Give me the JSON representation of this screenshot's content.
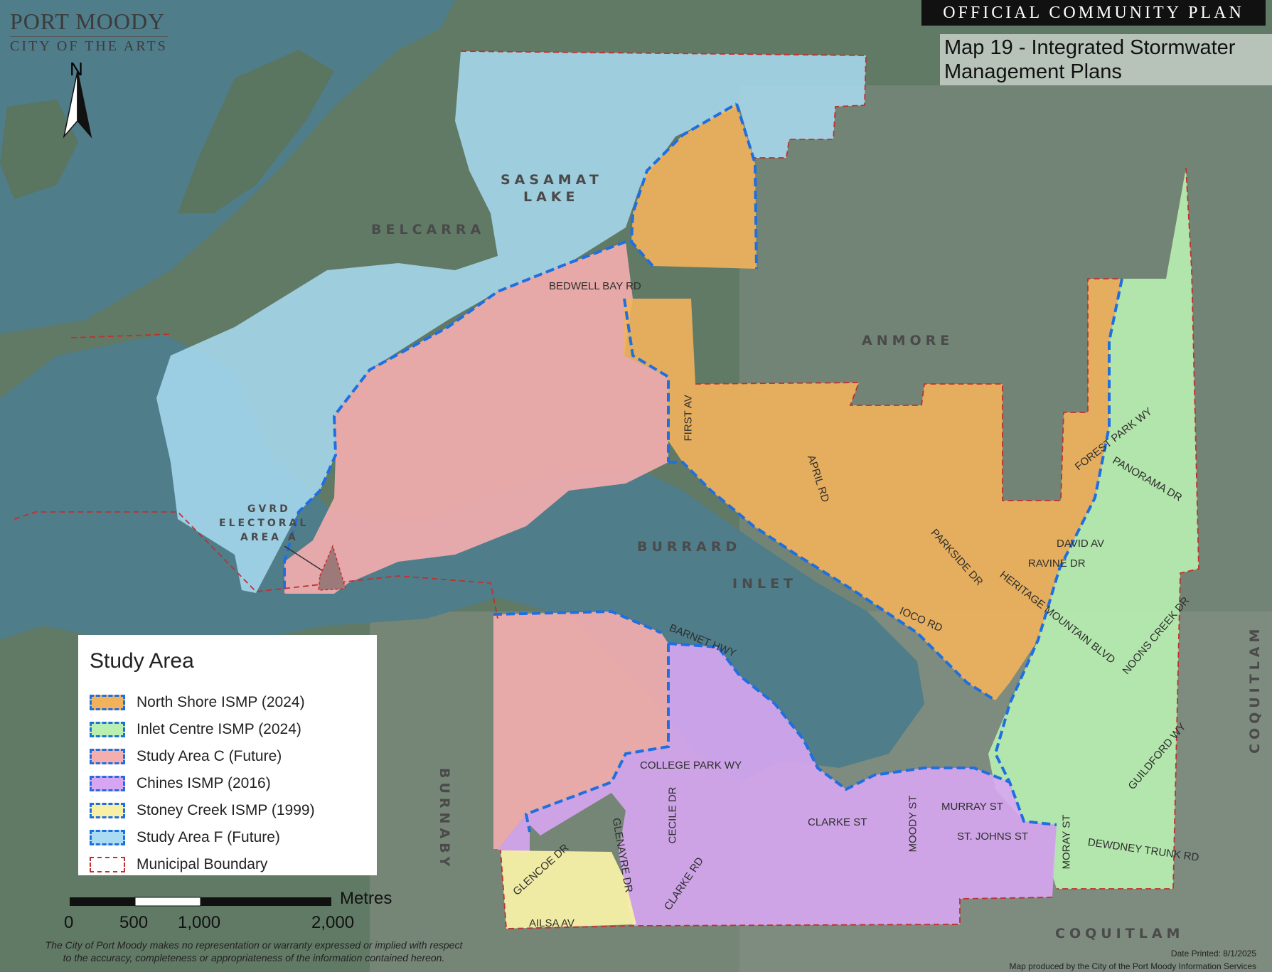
{
  "logo": {
    "line1": "PORT MOODY",
    "line2": "CITY OF THE ARTS"
  },
  "banner": "OFFICIAL COMMUNITY PLAN",
  "title_line1": "Map 19 - Integrated Stormwater",
  "title_line2": "Management Plans",
  "north_label": "N",
  "colors": {
    "water": "#4f7d8a",
    "land": "#5f7862",
    "north_shore": "#f2b25c",
    "inlet_centre": "#b9f0b1",
    "study_area_c": "#f5aeae",
    "chines": "#d7a6f2",
    "stoney_creek": "#f7f0a6",
    "study_area_f": "#a9dcf2",
    "boundary": "#c0302f",
    "isMP_outline": "#1f6fe0"
  },
  "places": {
    "sasamat_1": "SASAMAT",
    "sasamat_2": "LAKE",
    "belcarra": "BELCARRA",
    "anmore": "ANMORE",
    "gvrd_1": "GVRD",
    "gvrd_2": "ELECTORAL",
    "gvrd_3": "AREA A",
    "burrard": "BURRARD",
    "inlet": "INLET",
    "burnaby": "BURNABY",
    "coquitlam_bottom": "COQUITLAM",
    "coquitlam_side": "COQUITLAM"
  },
  "roads": {
    "bedwell_bay": "BEDWELL BAY RD",
    "first_av": "FIRST AV",
    "april_rd": "APRIL RD",
    "forest_park": "FOREST PARK WY",
    "panorama": "PANORAMA DR",
    "parkside": "PARKSIDE DR",
    "david_av": "DAVID AV",
    "ravine_dr": "RAVINE DR",
    "heritage_mountain": "HERITAGE MOUNTAIN BLVD",
    "ioco_rd": "IOCO RD",
    "noons_creek": "NOONS CREEK DR",
    "barnet": "BARNET HWY",
    "college_park": "COLLEGE PARK WY",
    "glenayre": "GLENAYRE DR",
    "cecile": "CECILE DR",
    "clarke_rd": "CLARKE RD",
    "clarke_st": "CLARKE ST",
    "moody_st": "MOODY ST",
    "murray_st": "MURRAY ST",
    "st_johns": "ST. JOHNS ST",
    "moray_st": "MORAY ST",
    "dewdney": "DEWDNEY TRUNK RD",
    "guildford": "GUILDFORD WY",
    "glencoe": "GLENCOE DR",
    "ailsa": "AILSA AV"
  },
  "legend": {
    "title": "Study Area",
    "items": [
      {
        "label": "North Shore ISMP (2024)",
        "fill": "#f2b25c",
        "style": "ismp"
      },
      {
        "label": "Inlet Centre ISMP (2024)",
        "fill": "#b9f0b1",
        "style": "ismp"
      },
      {
        "label": "Study Area C (Future)",
        "fill": "#f5aeae",
        "style": "ismp"
      },
      {
        "label": "Chines ISMP (2016)",
        "fill": "#d7a6f2",
        "style": "ismp"
      },
      {
        "label": "Stoney Creek ISMP (1999)",
        "fill": "#f7f0a6",
        "style": "ismp"
      },
      {
        "label": "Study Area F (Future)",
        "fill": "#a9dcf2",
        "style": "ismp"
      },
      {
        "label": "Municipal Boundary",
        "fill": "#ffffff",
        "style": "boundary"
      }
    ]
  },
  "scale": {
    "unit": "Metres",
    "ticks": [
      "0",
      "500",
      "1,000",
      "2,000"
    ]
  },
  "disclaimer_line1": "The City of Port Moody makes no representation or warranty expressed or implied with respect",
  "disclaimer_line2": "to the accuracy, completeness or appropriateness of the information contained hereon.",
  "date_printed": "Date Printed: 8/1/2025",
  "produced_by": "Map produced by the City of the Port Moody Information Services"
}
